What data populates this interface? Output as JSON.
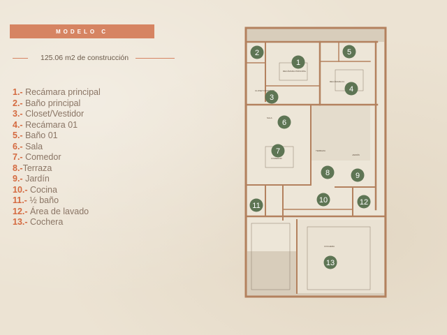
{
  "banner": {
    "title": "MODELO C"
  },
  "area": {
    "label": "125.06 m2 de construcción"
  },
  "legend": [
    {
      "num": "1.-",
      "label": " Recámara principal"
    },
    {
      "num": "2.-",
      "label": " Baño principal"
    },
    {
      "num": "3.-",
      "label": " Closet/Vestidor"
    },
    {
      "num": "4.-",
      "label": " Recámara 01"
    },
    {
      "num": "5.-",
      "label": " Baño 01"
    },
    {
      "num": "6.-",
      "label": " Sala"
    },
    {
      "num": "7.-",
      "label": " Comedor"
    },
    {
      "num": "8.-",
      "label": "Terraza"
    },
    {
      "num": "9.-",
      "label": " Jardín"
    },
    {
      "num": "10.-",
      "label": " Cocina"
    },
    {
      "num": "11.-",
      "label": " ½ baño"
    },
    {
      "num": "12.-",
      "label": " Área de lavado"
    },
    {
      "num": "13.-",
      "label": " Cochera"
    }
  ],
  "plan": {
    "markers": [
      "1",
      "2",
      "3",
      "4",
      "5",
      "6",
      "7",
      "8",
      "9",
      "10",
      "11",
      "12",
      "13"
    ],
    "room_labels": {
      "recamara_principal": "RECÁMARA PRINCIPAL",
      "recamara_01": "RECÁMARA 01",
      "closet": "CLOSET/VESTIDOR",
      "sala": "SALA",
      "comedor": "COMEDOR",
      "terraza": "TERRAZA",
      "jardin": "JARDÍN",
      "cochera": "COCHERA"
    },
    "colors": {
      "marker": "#5e7554",
      "wall": "#b3815e",
      "floor": "#ede6d8",
      "garden": "#d6cbb8"
    }
  }
}
